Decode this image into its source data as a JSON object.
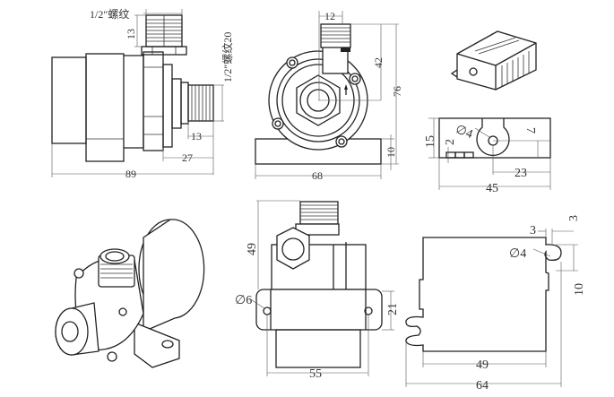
{
  "drawing": {
    "colors": {
      "line": "#222222",
      "dimension": "#555555",
      "background": "#ffffff"
    },
    "side_view": {
      "thread_label_top": "1/2″螺纹",
      "thread_label_right": "1/2″螺纹20",
      "dim_thread_length_top": "13",
      "dim_thread_length_right": "13",
      "dim_outlet_offset": "27",
      "dim_total_length": "89"
    },
    "front_view": {
      "dim_thread_width": "12",
      "dim_outlet_height": "42",
      "dim_total_height": "76",
      "dim_base_height": "10",
      "dim_base_width": "68"
    },
    "bracket_detail": {
      "dim_height": "15",
      "dim_hole_dia": "∅4",
      "dim_hole_offset": "7",
      "dim_slot": "2",
      "dim_hole_from_edge": "23",
      "dim_width": "45"
    },
    "top_view": {
      "dim_height": "49",
      "dim_mount_hole": "∅6",
      "dim_base_thickness": "21",
      "dim_hole_spacing": "55"
    },
    "plate_detail": {
      "dim_slot_width": "3",
      "dim_slot_offset": "3",
      "dim_slot_dia": "∅4",
      "dim_slot_length": "10",
      "dim_inner_width": "49",
      "dim_total_width": "64"
    }
  }
}
